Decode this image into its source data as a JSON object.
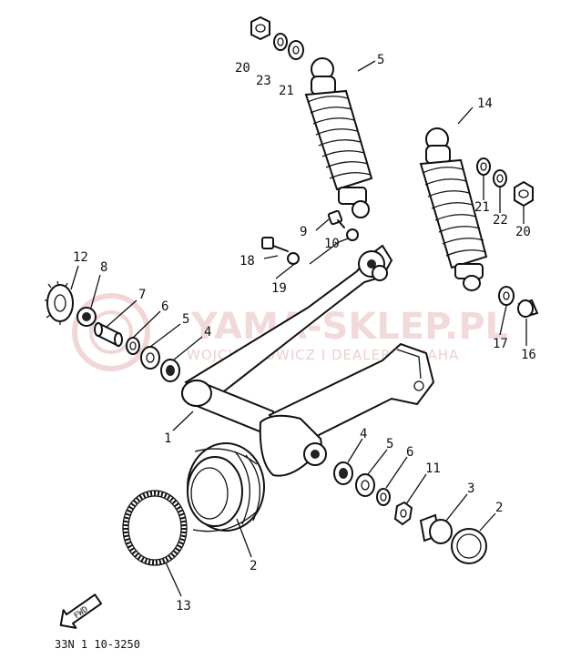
{
  "watermark": {
    "brand": "YAMA-SKLEP.PL",
    "subtitle": "WOJCIECHOWICZ I DEALER YAMAHA"
  },
  "direction_marker": {
    "label": "FWD"
  },
  "diagram_code": "33N 1 10-3250",
  "callouts": {
    "c20a": "20",
    "c23": "23",
    "c21a": "21",
    "c5a": "5",
    "c14": "14",
    "c21b": "21",
    "c22": "22",
    "c20b": "20",
    "c9": "9",
    "c10": "10",
    "c18": "18",
    "c19": "19",
    "c12": "12",
    "c8": "8",
    "c7": "7",
    "c6a": "6",
    "c5b": "5",
    "c4a": "4",
    "c17": "17",
    "c16": "16",
    "c1": "1",
    "c4b": "4",
    "c5c": "5",
    "c6b": "6",
    "c11": "11",
    "c3": "3",
    "c2a": "2",
    "c2b": "2",
    "c13": "13"
  },
  "colors": {
    "line": "#111111",
    "watermark": "#e7bcbc",
    "background": "#ffffff"
  }
}
